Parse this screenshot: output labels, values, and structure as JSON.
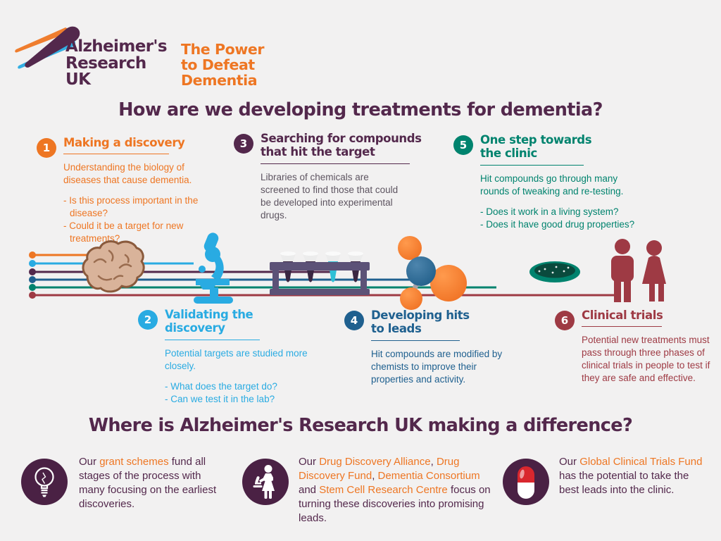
{
  "logo": {
    "name_lines": [
      "Alzheimer's",
      "Research",
      "UK"
    ],
    "tagline_lines": [
      "The Power",
      "to Defeat",
      "Dementia"
    ]
  },
  "headings": {
    "main": "How are we developing treatments for dementia?",
    "secondary": "Where is Alzheimer's Research UK making a difference?"
  },
  "stages": [
    {
      "num": "1",
      "title_lines": [
        "Making a discovery"
      ],
      "desc": "Understanding the biology of diseases that cause dementia.",
      "bullets": [
        "- Is this process important in the disease?",
        "- Could it be a target for new treatments?"
      ]
    },
    {
      "num": "2",
      "title_lines": [
        "Validating the",
        "discovery"
      ],
      "desc": "Potential targets are studied more closely.",
      "bullets": [
        "- What does the target do?",
        "- Can we test it in the lab?"
      ]
    },
    {
      "num": "3",
      "title_lines": [
        "Searching for compounds",
        "that hit the target"
      ],
      "desc": "Libraries of chemicals are screened to find those that could be developed into experimental drugs.",
      "bullets": []
    },
    {
      "num": "4",
      "title_lines": [
        "Developing hits",
        "to leads"
      ],
      "desc": "Hit compounds are modified by chemists to improve their properties and activity.",
      "bullets": []
    },
    {
      "num": "5",
      "title_lines": [
        "One step towards",
        "the clinic"
      ],
      "desc": "Hit compounds go through many rounds of tweaking and re-testing.",
      "bullets": [
        "- Does it work in a living system?",
        "- Does it have good drug properties?"
      ]
    },
    {
      "num": "6",
      "title_lines": [
        "Clinical trials"
      ],
      "desc": "Potential new treatments must pass through three phases of clinical trials in people to test if they are safe and effective.",
      "bullets": []
    }
  ],
  "pipeline": {
    "stage_icons": [
      "brain",
      "microscope",
      "test-tube-rack",
      "molecule",
      "mouse-and-petri-dish",
      "people"
    ]
  },
  "funding": [
    {
      "icon": "lightbulb-icon",
      "segments": [
        {
          "t": "Our "
        },
        {
          "t": "grant schemes",
          "em": true
        },
        {
          "t": " fund all stages of the process with many focusing on the earliest discoveries."
        }
      ]
    },
    {
      "icon": "scientist-icon",
      "segments": [
        {
          "t": "Our "
        },
        {
          "t": "Drug Discovery Alliance",
          "em": true
        },
        {
          "t": ", "
        },
        {
          "t": "Drug Discovery Fund",
          "em": true
        },
        {
          "t": ", "
        },
        {
          "t": "Dementia Consortium",
          "em": true
        },
        {
          "t": " and "
        },
        {
          "t": "Stem Cell Research Centre",
          "em": true
        },
        {
          "t": " focus on turning these discoveries into promising leads."
        }
      ]
    },
    {
      "icon": "pill-icon",
      "segments": [
        {
          "t": "Our "
        },
        {
          "t": "Global Clinical Trials Fund",
          "em": true
        },
        {
          "t": " has the potential to take the best leads into the clinic."
        }
      ]
    }
  ],
  "palette": {
    "background": "#f2f1f1",
    "brand_purple": "#53284c",
    "brand_orange": "#ee7623",
    "stage1_orange": "#ee7623",
    "stage2_blue": "#29abe2",
    "stage3_purple": "#53284c",
    "stage3_body_grey": "#5d5460",
    "stage4_steel_blue": "#1f608f",
    "stage5_teal": "#00836e",
    "stage6_maroon": "#9e3a44",
    "icon_circle_plum": "#4a2144",
    "pill_red": "#d9272e",
    "brain_tan": "#d9b39a"
  }
}
